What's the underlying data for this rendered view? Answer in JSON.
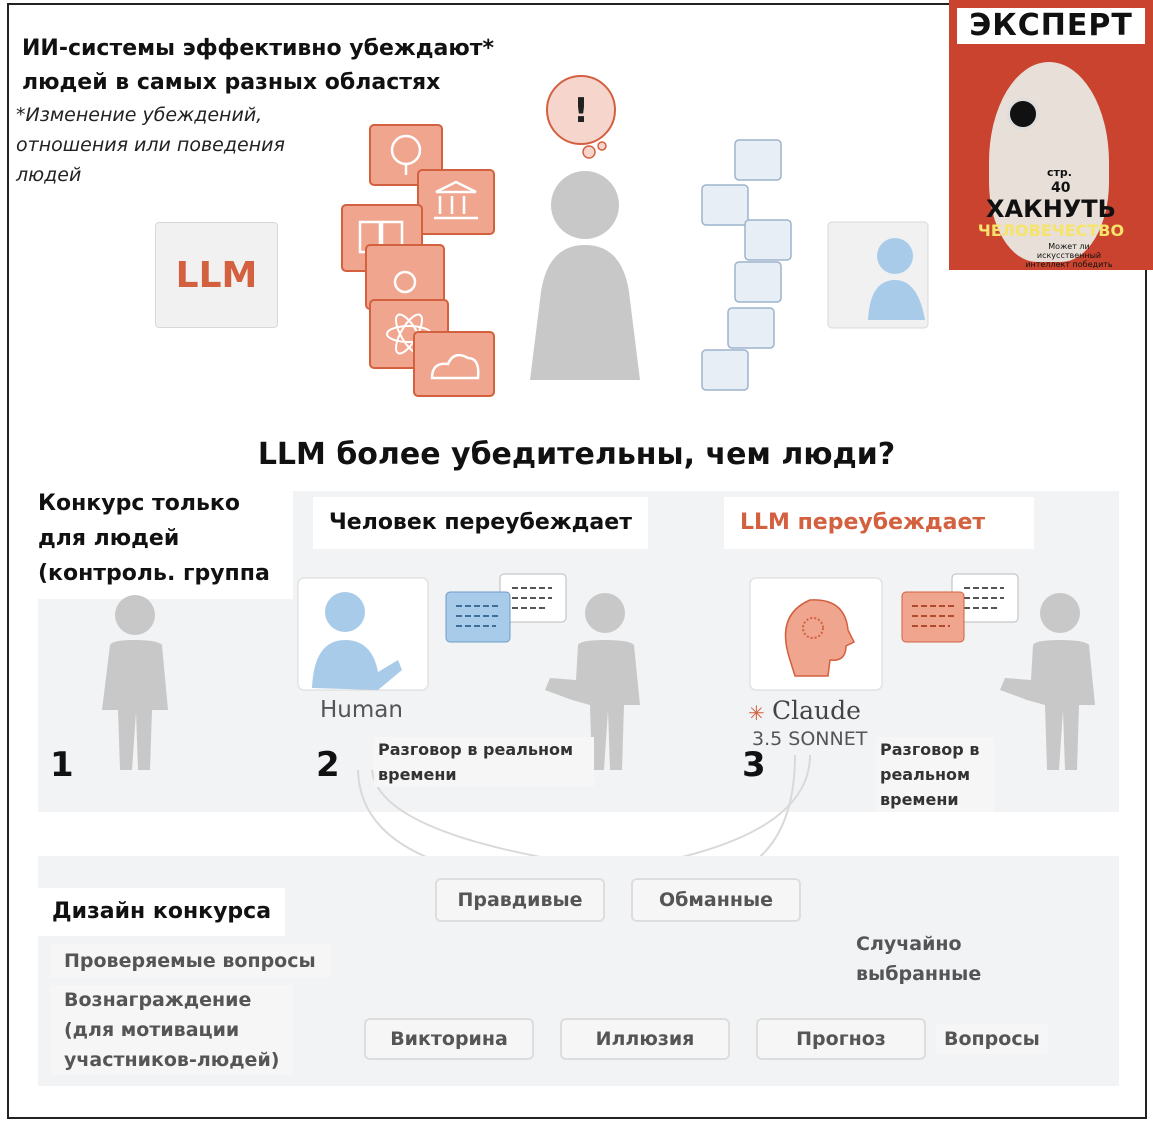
{
  "header": {
    "title_line1": "ИИ-системы эффективно убеждают*",
    "title_line2": "людей в самых разных областях",
    "footnote_line1": "*Изменение убеждений,",
    "footnote_line2": "отношения или поведения",
    "footnote_line3": "людей"
  },
  "llm_box": {
    "label": "LLM"
  },
  "magazine": {
    "masthead": "ЭКСПЕРТ",
    "page_label": "стр.",
    "page_number": "40",
    "headline1": "ХАКНУТЬ",
    "headline2": "ЧЕЛОВЕЧЕСТВО",
    "tagline": "Может ли искусственный интеллект победить разум"
  },
  "question": "LLM более убедительны, чем люди?",
  "conditions": {
    "control_line1": "Конкурс только",
    "control_line2": "для людей",
    "control_line3": "(контроль. группа",
    "human_header": "Человек переубеждает",
    "llm_header": "LLM переубеждает",
    "human_label": "Human",
    "claude_label": "Claude",
    "claude_version": "3.5 SONNET",
    "num1": "1",
    "num2": "2",
    "num3": "3",
    "realtime_a_line1": "Разговор в  реальном",
    "realtime_a_line2": "времени",
    "realtime_b_line1": "Разговор в",
    "realtime_b_line2": "реальном",
    "realtime_b_line3": "времени"
  },
  "design": {
    "title": "Дизайн конкурса",
    "verifiable": "Проверяемые вопросы",
    "reward_line1": "Вознаграждение",
    "reward_line2": "(для мотивации",
    "reward_line3": "участников-людей)",
    "truthful": "Правдивые",
    "deceptive": "Обманные",
    "random_line1": "Случайно",
    "random_line2": "выбранные",
    "quiz": "Викторина",
    "illusion": "Иллюзия",
    "forecast": "Прогноз",
    "questions": "Вопросы"
  },
  "colors": {
    "accent": "#d3603f",
    "salmon": "#f0a58f",
    "person_gray": "#c8c8c8",
    "person_blue": "#a9cbea",
    "panel": "#f1f3f5"
  }
}
